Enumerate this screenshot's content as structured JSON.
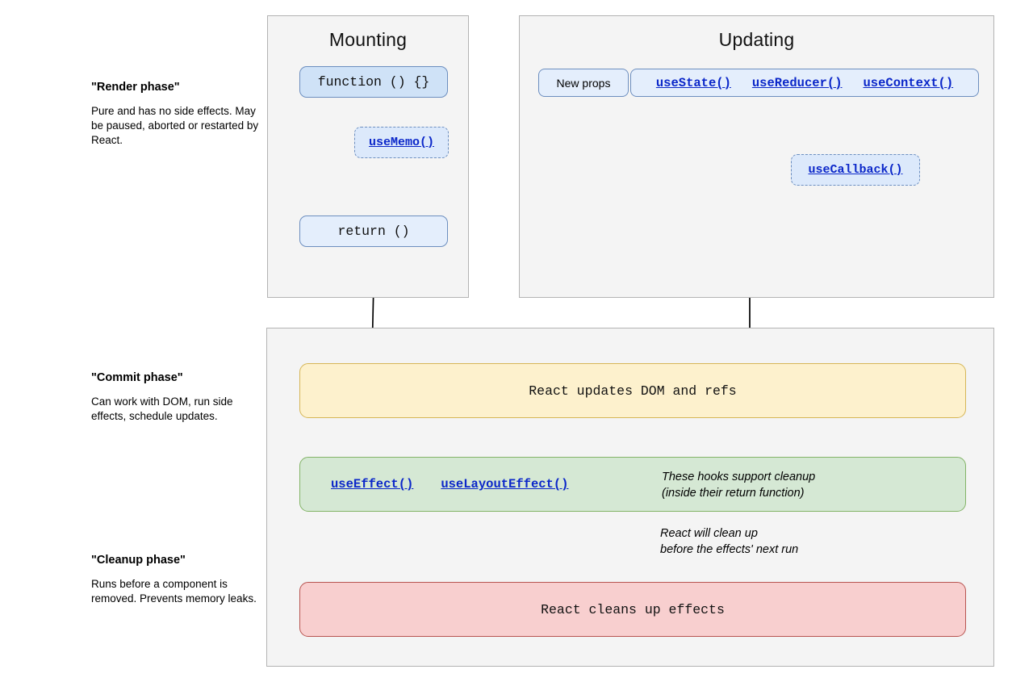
{
  "legend": [
    {
      "id": "render",
      "title": "\"Render phase\"",
      "body": "Pure and has no side effects. May be paused, aborted or restarted by React."
    },
    {
      "id": "commit",
      "title": "\"Commit phase\"",
      "body": "Can work with DOM, run side effects, schedule updates."
    },
    {
      "id": "cleanup",
      "title": "\"Cleanup phase\"",
      "body": "Runs before a component is removed. Prevents memory leaks."
    }
  ],
  "panels": {
    "mounting": {
      "title": "Mounting"
    },
    "updating": {
      "title": "Updating"
    },
    "commit": {
      "title": ""
    }
  },
  "mounting": {
    "function_box": "function () {}",
    "use_memo": "useMemo()",
    "return_box": "return ()"
  },
  "updating": {
    "new_props": "New props",
    "use_state": "useState()",
    "use_reducer": "useReducer()",
    "use_context": "useContext()",
    "use_callback": "useCallback()"
  },
  "commit": {
    "dom_box": "React updates DOM and refs",
    "use_effect": "useEffect()",
    "use_layout_effect": "useLayoutEffect()",
    "effects_note": "These hooks support cleanup\n(inside their return function)",
    "cleanup_note": "React will clean up\nbefore the effects' next run",
    "cleanup_box": "React cleans up effects"
  },
  "colors": {
    "panel_bg": "#f4f4f4",
    "panel_border": "#b3b3b3",
    "blue_fill": "#cfe2f7",
    "blue_fill_light": "#e4eefc",
    "blue_border": "#6c8ebf",
    "dashed_fill": "#dce9fb",
    "yellow_fill": "#fdf1cd",
    "yellow_border": "#d6b656",
    "green_fill": "#d5e8d4",
    "green_border": "#82b366",
    "red_fill": "#f8cfcf",
    "red_border": "#b85450",
    "hook_link": "#0b27c9",
    "edge": "#000000"
  }
}
